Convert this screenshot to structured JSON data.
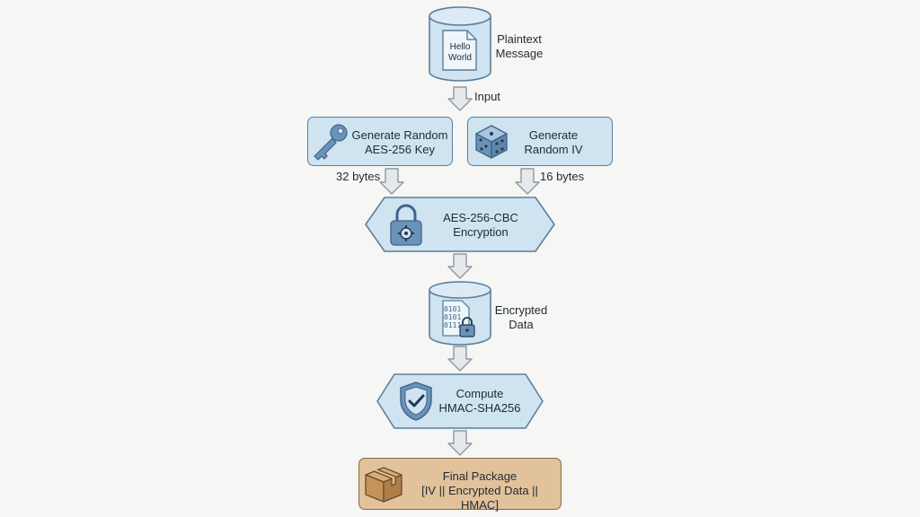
{
  "nodes": {
    "plaintext": {
      "label_line1": "Plaintext",
      "label_line2": "Message",
      "doc_line1": "Hello",
      "doc_line2": "World"
    },
    "gen_key": {
      "label_line1": "Generate Random",
      "label_line2": "AES-256 Key"
    },
    "gen_iv": {
      "label_line1": "Generate",
      "label_line2": "Random IV"
    },
    "encryption": {
      "label_line1": "AES-256-CBC",
      "label_line2": "Encryption"
    },
    "encrypted": {
      "label_line1": "Encrypted",
      "label_line2": "Data",
      "binary": [
        "0101",
        "0101",
        "0111"
      ]
    },
    "hmac": {
      "label_line1": "Compute",
      "label_line2": "HMAC-SHA256"
    },
    "final": {
      "label_line1": "Final Package",
      "label_line2": "[IV || Encrypted Data || HMAC]"
    }
  },
  "edges": {
    "input": "Input",
    "key_bytes": "32 bytes",
    "iv_bytes": "16 bytes"
  },
  "colors": {
    "node_fill": "#cfe3f1",
    "node_stroke": "#5b7f9b",
    "arrow_fill": "#e6e9ec",
    "arrow_stroke": "#8e98a2",
    "final_fill": "#e2c29b",
    "final_stroke": "#8a6a45"
  },
  "icons": [
    "document-icon",
    "key-icon",
    "dice-icon",
    "padlock-gear-icon",
    "binary-lock-icon",
    "shield-check-icon",
    "box-icon"
  ]
}
